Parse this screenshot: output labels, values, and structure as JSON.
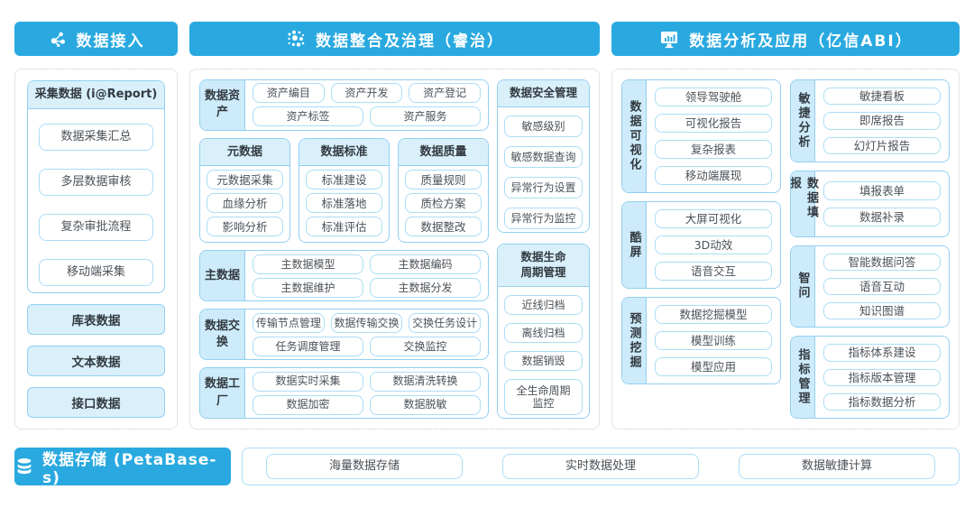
{
  "colors": {
    "primary": "#29A9E0",
    "box_border": "#92D0F1",
    "pill_border": "#ABDDF6",
    "fill_header": "#D9F0FB",
    "fill_label": "#CDEBFA",
    "text": "#3A4045"
  },
  "headers": {
    "access": "数据接入",
    "governance": "数据整合及治理（睿治）",
    "analysis": "数据分析及应用（亿信ABI）"
  },
  "access": {
    "collect": {
      "title": "采集数据 (i@Report)",
      "items": [
        "数据采集汇总",
        "多层数据审核",
        "复杂审批流程",
        "移动端采集"
      ]
    },
    "sources": [
      "库表数据",
      "文本数据",
      "接口数据"
    ]
  },
  "governance": {
    "asset": {
      "label": "数据资产",
      "row1": [
        "资产编目",
        "资产开发",
        "资产登记"
      ],
      "row2": [
        "资产标签",
        "资产服务"
      ]
    },
    "metadata": {
      "title": "元数据",
      "items": [
        "元数据采集",
        "血缘分析",
        "影响分析"
      ]
    },
    "standard": {
      "title": "数据标准",
      "items": [
        "标准建设",
        "标准落地",
        "标准评估"
      ]
    },
    "quality": {
      "title": "数据质量",
      "items": [
        "质量规则",
        "质检方案",
        "数据整改"
      ]
    },
    "master": {
      "label": "主数据",
      "row1": [
        "主数据模型",
        "主数据编码"
      ],
      "row2": [
        "主数据维护",
        "主数据分发"
      ]
    },
    "exchange": {
      "label": "数据交换",
      "row1": [
        "传输节点管理",
        "数据传输交换",
        "交换任务设计"
      ],
      "row2": [
        "任务调度管理",
        "交换监控"
      ]
    },
    "factory": {
      "label": "数据工厂",
      "row1": [
        "数据实时采集",
        "数据清洗转换"
      ],
      "row2": [
        "数据加密",
        "数据脱敏"
      ]
    },
    "security": {
      "title": "数据安全管理",
      "items": [
        "敏感级别",
        "敏感数据查询",
        "异常行为设置",
        "异常行为监控"
      ]
    },
    "lifecycle": {
      "title": "数据生命周期管理",
      "items": [
        "近线归档",
        "离线归档",
        "数据销毁",
        "全生命周期监控"
      ]
    }
  },
  "analysis": {
    "visualization": {
      "label": "数据可视化",
      "items": [
        "领导驾驶舱",
        "可视化报告",
        "复杂报表",
        "移动端展现"
      ]
    },
    "coolscreen": {
      "label": "酷屏",
      "items": [
        "大屏可视化",
        "3D动效",
        "语音交互"
      ]
    },
    "prediction": {
      "label": "预测挖掘",
      "items": [
        "数据挖掘模型",
        "模型训练",
        "模型应用"
      ]
    },
    "agile": {
      "label": "敏捷分析",
      "items": [
        "敏捷看板",
        "即席报告",
        "幻灯片报告"
      ]
    },
    "filling": {
      "label": "数据填报",
      "items": [
        "填报表单",
        "数据补录"
      ]
    },
    "smartqa": {
      "label": "智问",
      "items": [
        "智能数据问答",
        "语音互动",
        "知识图谱"
      ]
    },
    "indicator": {
      "label": "指标管理",
      "items": [
        "指标体系建设",
        "指标版本管理",
        "指标数据分析"
      ]
    }
  },
  "storage": {
    "header": "数据存储 (PetaBase-s)",
    "items": [
      "海量数据存储",
      "实时数据处理",
      "数据敏捷计算"
    ]
  }
}
